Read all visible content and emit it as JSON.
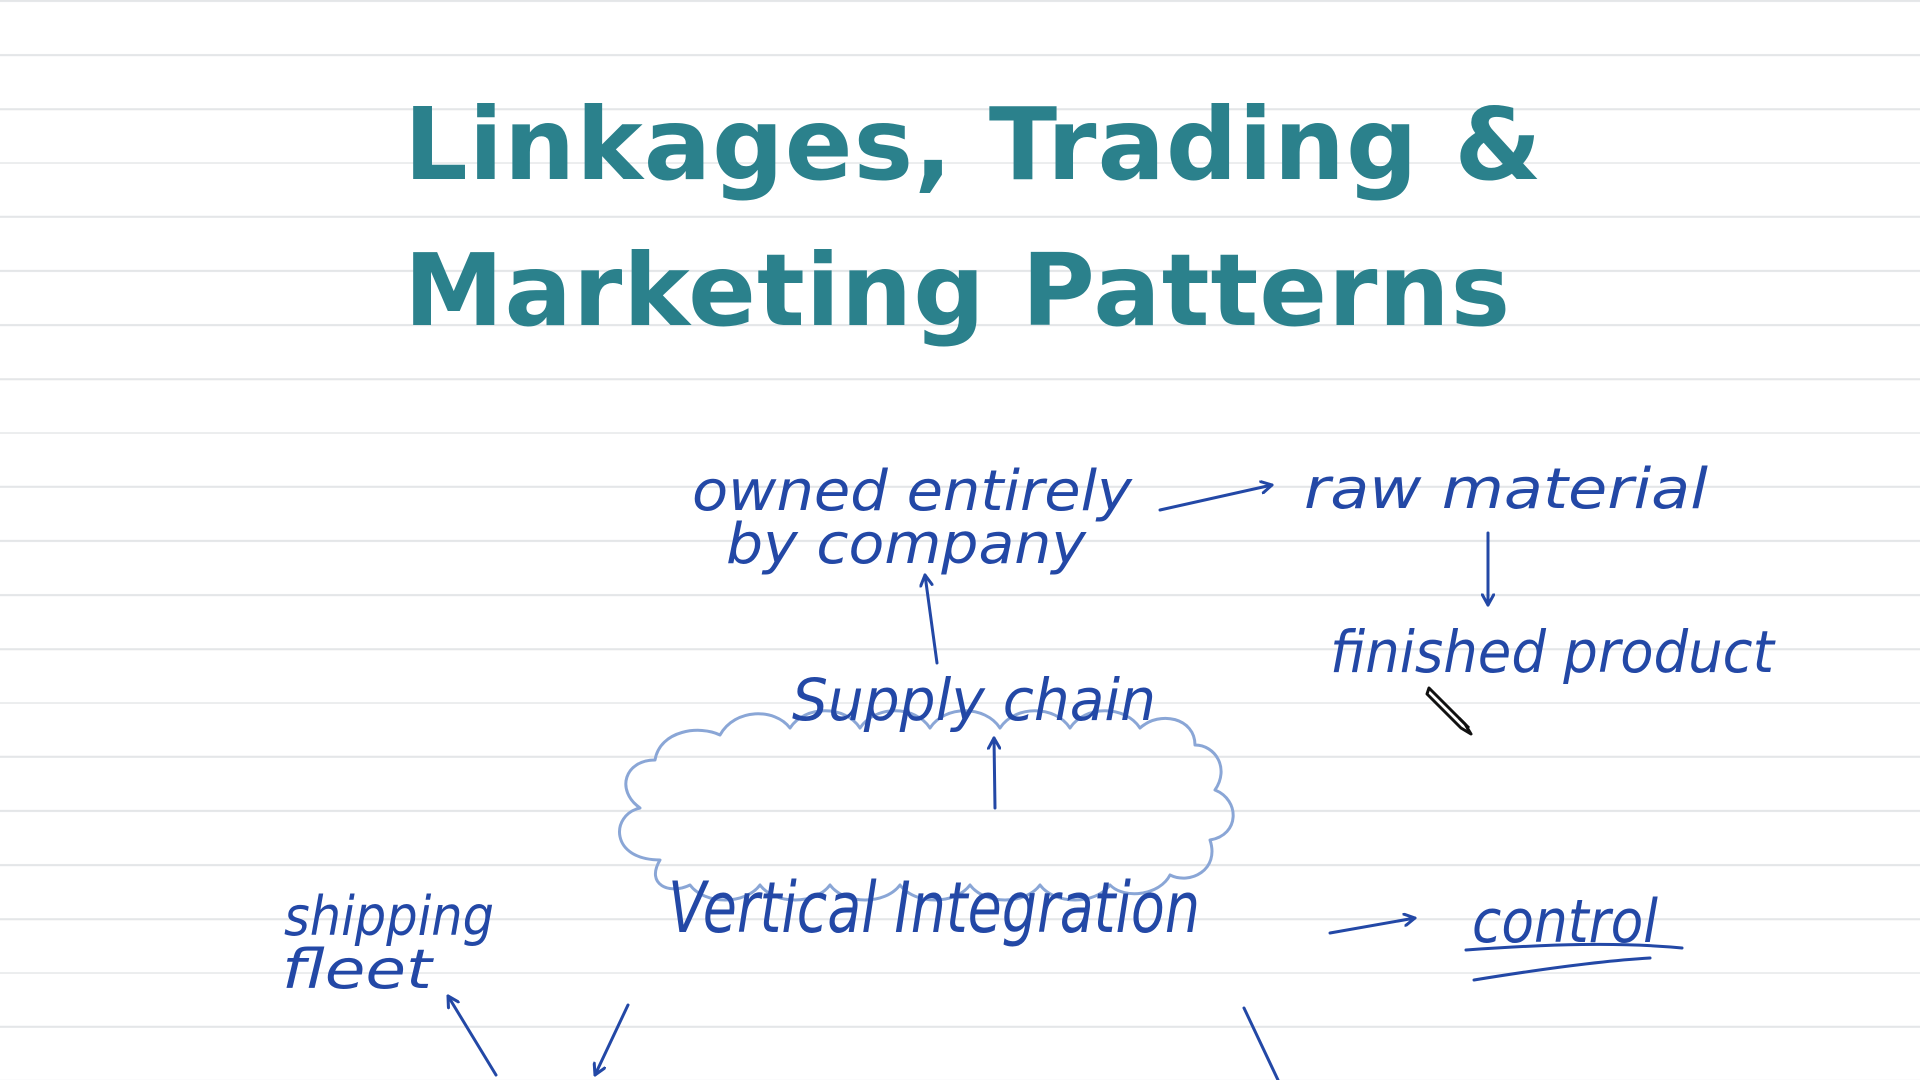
{
  "title": {
    "line1": "Linkages, Trading &",
    "line2": "Marketing Patterns"
  },
  "diagram": {
    "center": "Vertical Integration",
    "owned": [
      "owned entirely",
      "by company"
    ],
    "supply_chain": "Supply chain",
    "raw_material": "raw material",
    "finished_product": "finished product",
    "control": "control",
    "shipping": [
      "shipping",
      "fleet"
    ]
  },
  "colors": {
    "title": "#2b818c",
    "ink": "#2348a6",
    "cloud": "#8aa6d6",
    "rule_line": "#e4e6e8"
  },
  "icons": {
    "cursor": "pen-cursor-icon"
  }
}
